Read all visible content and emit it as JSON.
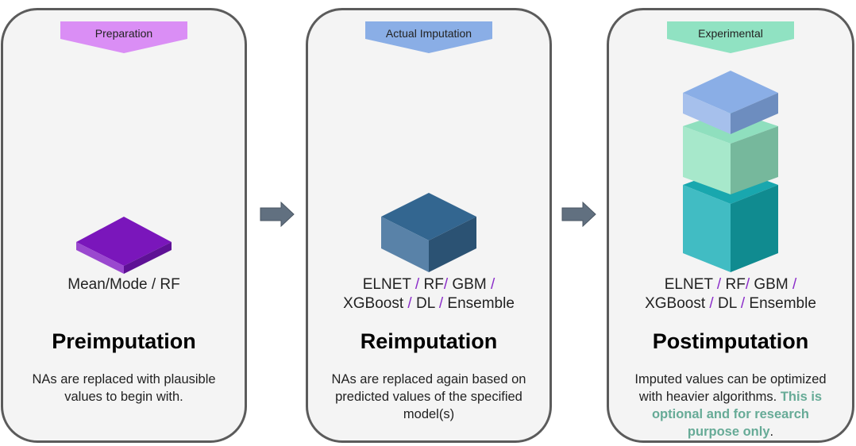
{
  "panels": [
    {
      "tag": "Preparation",
      "tag_color": "#da8ef5",
      "algorithms_line1": "Mean/Mode / RF",
      "title": "Preimputation",
      "description": "NAs are replaced with plausible values to begin with."
    },
    {
      "tag": "Actual Imputation",
      "tag_color": "#8aaee6",
      "algorithms": {
        "line1": [
          "ELNET",
          "RF",
          "GBM"
        ],
        "line2": [
          "XGBoost",
          "DL",
          "Ensemble"
        ]
      },
      "title": "Reimputation",
      "description": "NAs are replaced again based on predicted values of the specified model(s)"
    },
    {
      "tag": "Experimental",
      "tag_color": "#90e2c2",
      "algorithms": {
        "line1": [
          "ELNET",
          "RF",
          "GBM"
        ],
        "line2": [
          "XGBoost",
          "DL",
          "Ensemble"
        ]
      },
      "title": "Postimputation",
      "description_plain": "Imputed values can be optimized with heavier algorithms.",
      "description_highlight": "This is optional and for research purpose only",
      "description_end": "."
    }
  ],
  "colors": {
    "panel_bg": "#f4f4f4",
    "panel_border": "#5b5b5b",
    "separator": "#8a2bc9",
    "highlight": "#67ab97",
    "arrow": "#617080"
  }
}
